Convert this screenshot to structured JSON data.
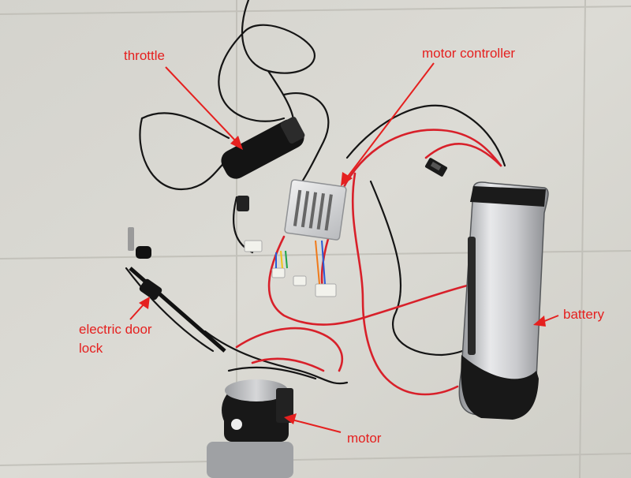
{
  "photo": {
    "floor_color": "#d9d8d2",
    "label_color": "#e5201f",
    "wire_red": "#d8202a",
    "wire_black": "#151515"
  },
  "labels": {
    "throttle": "throttle",
    "motor_controller": "motor controller",
    "electric_door_lock_line1": "electric door",
    "electric_door_lock_line2": "lock",
    "battery": "battery",
    "motor": "motor"
  }
}
